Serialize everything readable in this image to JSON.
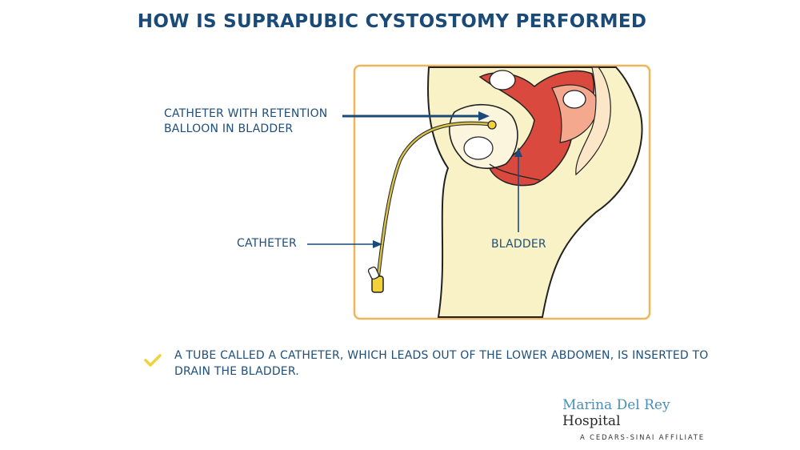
{
  "title": "HOW IS SUPRAPUBIC CYSTOSTOMY PERFORMED",
  "labels": {
    "balloon": "CATHETER WITH RETENTION BALLOON IN BLADDER",
    "catheter": "CATHETER",
    "bladder": "BLADDER"
  },
  "footnote": "A TUBE CALLED A CATHETER, WHICH LEADS OUT OF THE LOWER ABDOMEN, IS INSERTED TO DRAIN THE BLADDER.",
  "logo": {
    "name_light": "Marina Del Rey",
    "name_dark": "Hospital",
    "tagline": "A CEDARS-SINAI AFFILIATE"
  },
  "colors": {
    "title": "#1a4a78",
    "frame": "#f0b45a",
    "skin": "#f9f2c6",
    "organ_red": "#d9493e",
    "catheter": "#d8c24a",
    "check": "#f2d23a"
  },
  "icons": [
    "check-icon"
  ]
}
